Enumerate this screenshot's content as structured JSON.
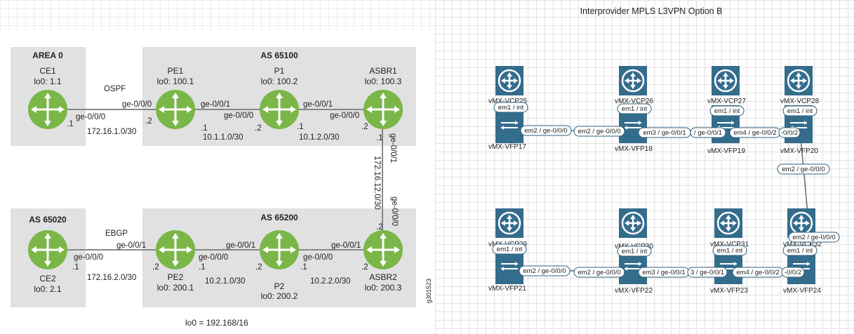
{
  "left": {
    "area0": {
      "title": "AREA 0",
      "ce1": "CE1",
      "ce1_lo": "lo0: 1.1"
    },
    "as65100": {
      "title": "AS 65100",
      "pe1": "PE1",
      "pe1_lo": "lo0: 100.1",
      "p1": "P1",
      "p1_lo": "lo0: 100.2",
      "asbr1": "ASBR1",
      "asbr1_lo": "lo0: 100.3"
    },
    "as65020": {
      "title": "AS 65020",
      "ce2": "CE2",
      "ce2_lo": "lo0: 2.1"
    },
    "as65200": {
      "title": "AS 65200",
      "pe2": "PE2",
      "pe2_lo": "lo0: 200.1",
      "p2": "P2",
      "p2_lo": "lo0: 200.2",
      "asbr2": "ASBR2",
      "asbr2_lo": "lo0: 200.3"
    },
    "ospf": "OSPF",
    "ebgp": "EBGP",
    "ge000": "ge-0/0/0",
    "ge001": "ge-0/0/1",
    "dot1": ".1",
    "dot2": ".2",
    "net_ce1_pe1": "172.16.1.0/30",
    "net_pe1_p1": "10.1.1.0/30",
    "net_p1_asbr1": "10.1.2.0/30",
    "net_asbr": "172.16.12.0/30",
    "net_ce2_pe2": "172.16.2.0/30",
    "net_pe2_p2": "10.2.1.0/30",
    "net_p2_asbr2": "10.2.2.0/30",
    "lo_range": "lo0 = 192.168/16",
    "figure_id": "g301523"
  },
  "right": {
    "title": "Interprovider MPLS L3VPN Option B",
    "vfp": [
      "vMX-VFP17",
      "vMX-VFP18",
      "vMX-VFP19",
      "vMX-VFP20",
      "vMX-VFP21",
      "vMX-VFP22",
      "vMX-VFP23",
      "vMX-VFP24"
    ],
    "vcp_top": [
      "vMX-VCP25",
      "vMX-VCP26",
      "vMX-VCP27",
      "vMX-VCP28"
    ],
    "vcp_bottom": [
      "vMX-VCP29",
      "vMX-VCP30",
      "vMX-VCP31",
      "vMX-VCP32"
    ],
    "em1_int": "em1 / int",
    "em2_ge000": "em2 / ge-0/0/0",
    "em3_ge001": "em3 / ge-0/0/1",
    "ge001_trunc": "/ ge-0/0/1",
    "em4_ge002": "em4 / ge-0/0/2",
    "ge002_trunc": "-0/0/2",
    "em2_ge000_v": "em2 / ge-0/0/0",
    "em3_trunc": "3 / ge-0/0/1"
  },
  "colors": {
    "router_green": "#7ab648",
    "device_blue": "#346c8c",
    "panel_gray": "#e1e1e1",
    "port_label": "#2c5f7c"
  }
}
